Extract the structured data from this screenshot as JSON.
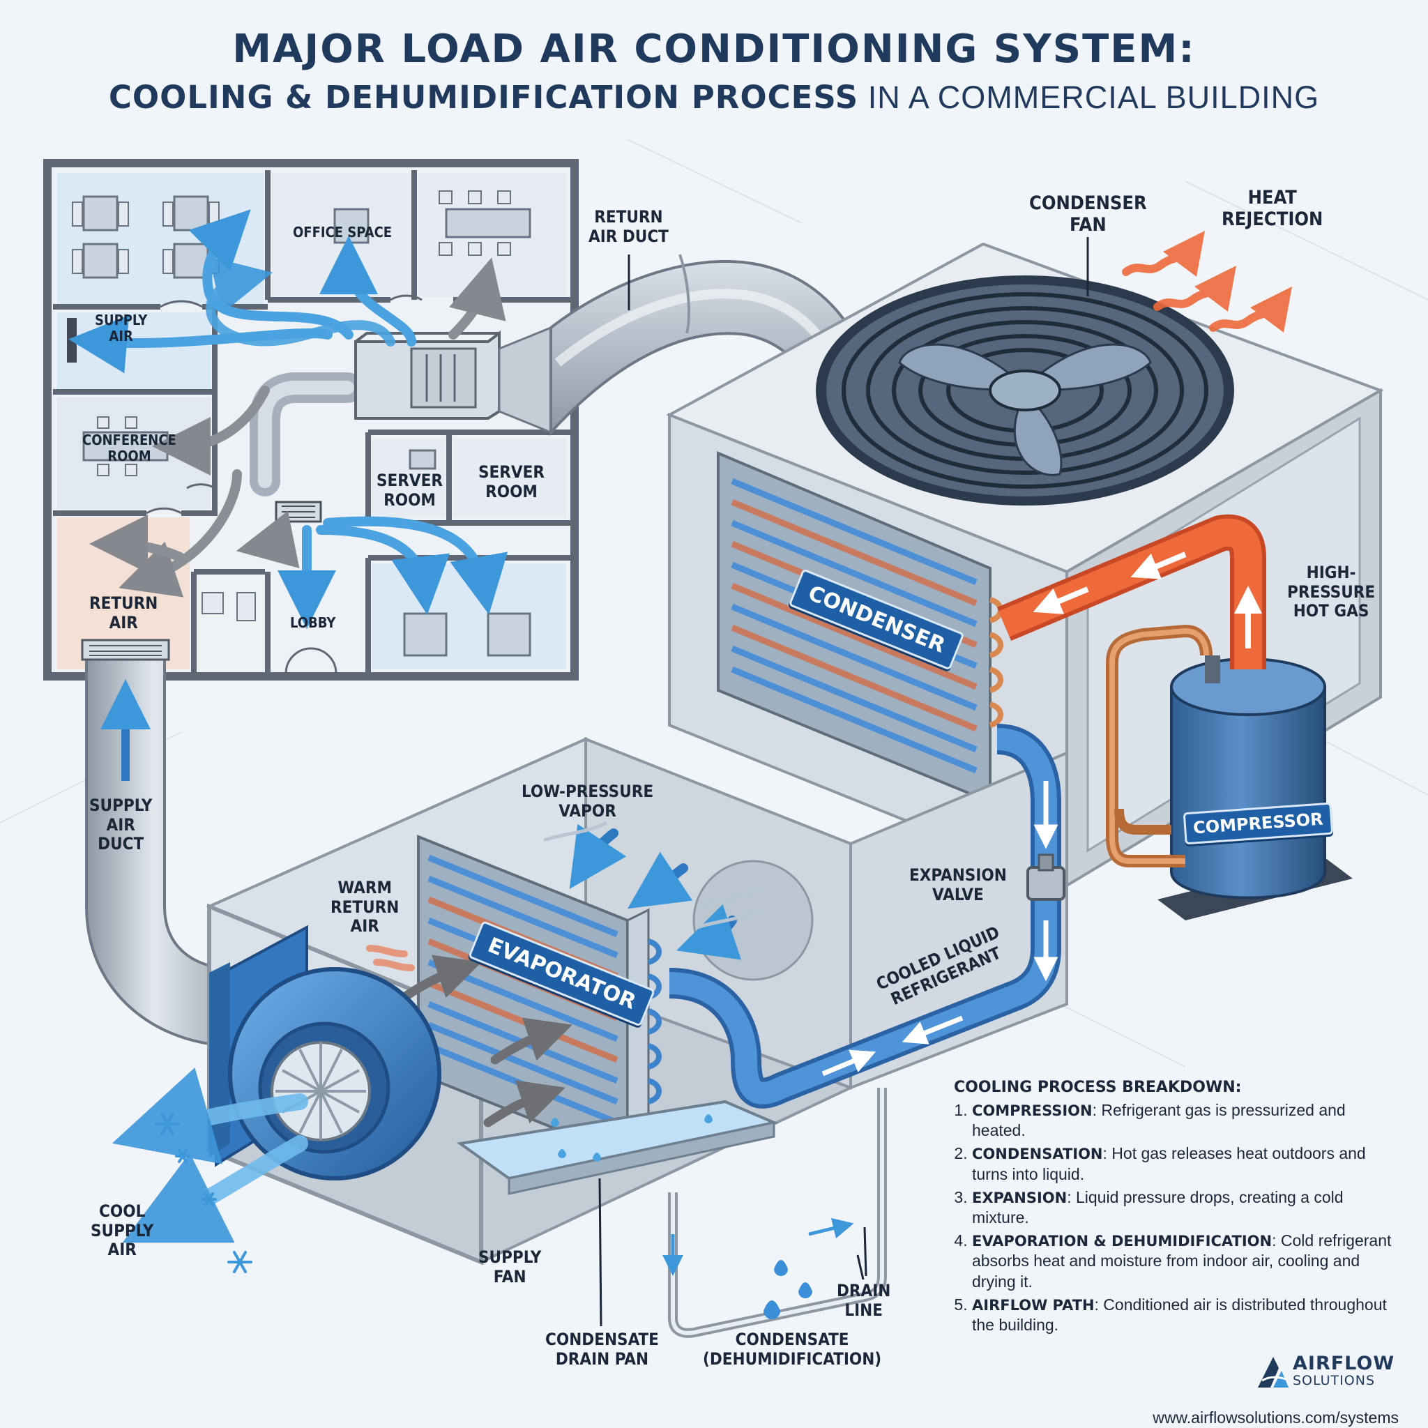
{
  "title": {
    "line1": "MAJOR LOAD AIR CONDITIONING SYSTEM:",
    "line2_strong": "COOLING & DEHUMIDIFICATION PROCESS",
    "line2_rest": " IN A COMMERCIAL BUILDING"
  },
  "floorplan": {
    "office_space": "OFFICE SPACE",
    "supply_air": "SUPPLY\nAIR",
    "conference_room": "CONFERENCE\nROOM",
    "server_room_1": "SERVER\nROOM",
    "server_room_2": "SERVER\nROOM",
    "return_air": "RETURN\nAIR",
    "lobby": "LOBBY"
  },
  "labels": {
    "return_air_duct": "RETURN\nAIR DUCT",
    "condenser_fan": "CONDENSER\nFAN",
    "heat_rejection": "HEAT\nREJECTION",
    "high_pressure_hot_gas": "HIGH-\nPRESSURE\nHOT GAS",
    "supply_air_duct": "SUPPLY\nAIR\nDUCT",
    "low_pressure_vapor": "LOW-PRESSURE\nVAPOR",
    "warm_return_air": "WARM\nRETURN\nAIR",
    "expansion_valve": "EXPANSION\nVALVE",
    "cooled_liquid_refrigerant": "COOLED LIQUID\nREFRIGERANT",
    "cool_supply_air": "COOL\nSUPPLY\nAIR",
    "supply_fan": "SUPPLY\nFAN",
    "condensate_drain_pan": "CONDENSATE\nDRAIN PAN",
    "condensate_dehumidification": "CONDENSATE\n(DEHUMIDIFICATION)",
    "drain_line": "DRAIN\nLINE"
  },
  "components": {
    "condenser": "CONDENSER",
    "evaporator": "EVAPORATOR",
    "compressor": "COMPRESSOR"
  },
  "breakdown": {
    "title": "COOLING PROCESS BREAKDOWN:",
    "steps": [
      {
        "term": "COMPRESSION",
        "text": ": Refrigerant gas is pressurized and heated."
      },
      {
        "term": "CONDENSATION",
        "text": ": Hot gas releases heat outdoors and turns into liquid."
      },
      {
        "term": "EXPANSION",
        "text": ": Liquid pressure drops, creating a cold mixture."
      },
      {
        "term": "EVAPORATION & DEHUMIDIFICATION",
        "text": ": Cold refrigerant absorbs heat and moisture from indoor air, cooling and drying it."
      },
      {
        "term": "AIRFLOW PATH",
        "text": ": Conditioned air is distributed throughout the building."
      }
    ]
  },
  "brand": {
    "name": "AIRFLOW",
    "sub": "SOLUTIONS",
    "url": "www.airflowsolutions.com/systems"
  },
  "colors": {
    "cool_blue": "#4aa3e0",
    "return_gray": "#8a8f96",
    "hot_red": "#e8582e",
    "copper": "#d9894f",
    "navy": "#1f3a5c",
    "tag_blue": "#1f5fa6"
  }
}
